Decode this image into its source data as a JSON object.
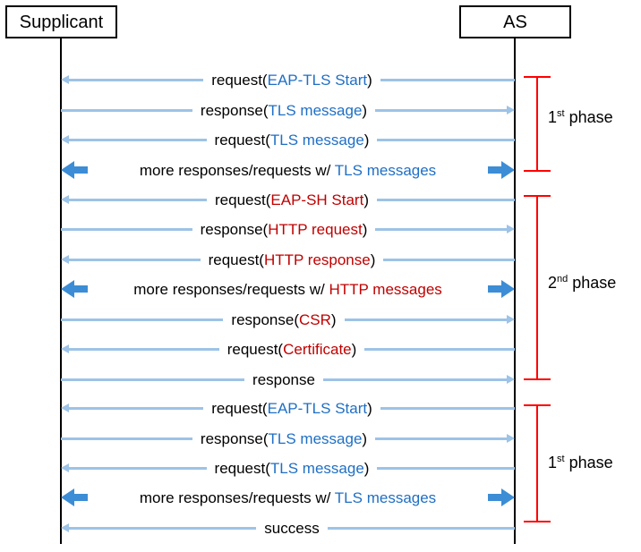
{
  "diagram": {
    "title": "EAP-TLS / EAP-SH sequence diagram",
    "colors": {
      "arrow_blue": "#9DC3E6",
      "block_arrow_blue": "#3C8DD5",
      "text_blue": "#1F6FC4",
      "text_red": "#C00000",
      "bracket_red": "#FF0000",
      "lifeline_black": "#000000"
    }
  },
  "actors": {
    "left": {
      "label": "Supplicant"
    },
    "right": {
      "label": "AS"
    }
  },
  "messages": [
    {
      "id": "m1",
      "direction": "right-to-left",
      "style": "thin",
      "parts": [
        {
          "text": "request(",
          "color": "black"
        },
        {
          "text": "EAP-TLS Start",
          "color": "blue"
        },
        {
          "text": ")",
          "color": "black"
        }
      ],
      "plain": "request(EAP-TLS Start)"
    },
    {
      "id": "m2",
      "direction": "left-to-right",
      "style": "thin",
      "parts": [
        {
          "text": "response(",
          "color": "black"
        },
        {
          "text": "TLS message",
          "color": "blue"
        },
        {
          "text": ")",
          "color": "black"
        }
      ],
      "plain": "response(TLS message)"
    },
    {
      "id": "m3",
      "direction": "right-to-left",
      "style": "thin",
      "parts": [
        {
          "text": "request(",
          "color": "black"
        },
        {
          "text": "TLS message",
          "color": "blue"
        },
        {
          "text": ")",
          "color": "black"
        }
      ],
      "plain": "request(TLS message)"
    },
    {
      "id": "m4",
      "direction": "bidirectional",
      "style": "block",
      "parts": [
        {
          "text": "more responses/requests w/ ",
          "color": "black"
        },
        {
          "text": "TLS messages",
          "color": "blue"
        }
      ],
      "plain": "more responses/requests w/ TLS messages"
    },
    {
      "id": "m5",
      "direction": "right-to-left",
      "style": "thin",
      "parts": [
        {
          "text": "request(",
          "color": "black"
        },
        {
          "text": "EAP-SH Start",
          "color": "red"
        },
        {
          "text": ")",
          "color": "black"
        }
      ],
      "plain": "request(EAP-SH Start)"
    },
    {
      "id": "m6",
      "direction": "left-to-right",
      "style": "thin",
      "parts": [
        {
          "text": "response(",
          "color": "black"
        },
        {
          "text": "HTTP request",
          "color": "red"
        },
        {
          "text": ")",
          "color": "black"
        }
      ],
      "plain": "response(HTTP request)"
    },
    {
      "id": "m7",
      "direction": "right-to-left",
      "style": "thin",
      "parts": [
        {
          "text": "request(",
          "color": "black"
        },
        {
          "text": "HTTP response",
          "color": "red"
        },
        {
          "text": ")",
          "color": "black"
        }
      ],
      "plain": "request(HTTP response)"
    },
    {
      "id": "m8",
      "direction": "bidirectional",
      "style": "block",
      "parts": [
        {
          "text": "more responses/requests w/ ",
          "color": "black"
        },
        {
          "text": "HTTP messages",
          "color": "red"
        }
      ],
      "plain": "more responses/requests w/ HTTP messages"
    },
    {
      "id": "m9",
      "direction": "left-to-right",
      "style": "thin",
      "parts": [
        {
          "text": "response(",
          "color": "black"
        },
        {
          "text": "CSR",
          "color": "red"
        },
        {
          "text": ")",
          "color": "black"
        }
      ],
      "plain": "response(CSR)"
    },
    {
      "id": "m10",
      "direction": "right-to-left",
      "style": "thin",
      "parts": [
        {
          "text": "request(",
          "color": "black"
        },
        {
          "text": "Certificate",
          "color": "red"
        },
        {
          "text": ")",
          "color": "black"
        }
      ],
      "plain": "request(Certificate)"
    },
    {
      "id": "m11",
      "direction": "left-to-right",
      "style": "thin",
      "parts": [
        {
          "text": "response",
          "color": "black"
        }
      ],
      "plain": "response"
    },
    {
      "id": "m12",
      "direction": "right-to-left",
      "style": "thin",
      "parts": [
        {
          "text": "request(",
          "color": "black"
        },
        {
          "text": "EAP-TLS Start",
          "color": "blue"
        },
        {
          "text": ")",
          "color": "black"
        }
      ],
      "plain": "request(EAP-TLS Start)"
    },
    {
      "id": "m13",
      "direction": "left-to-right",
      "style": "thin",
      "parts": [
        {
          "text": "response(",
          "color": "black"
        },
        {
          "text": "TLS message",
          "color": "blue"
        },
        {
          "text": ")",
          "color": "black"
        }
      ],
      "plain": "response(TLS message)"
    },
    {
      "id": "m14",
      "direction": "right-to-left",
      "style": "thin",
      "parts": [
        {
          "text": "request(",
          "color": "black"
        },
        {
          "text": "TLS message",
          "color": "blue"
        },
        {
          "text": ")",
          "color": "black"
        }
      ],
      "plain": "request(TLS message)"
    },
    {
      "id": "m15",
      "direction": "bidirectional",
      "style": "block",
      "parts": [
        {
          "text": "more responses/requests w/ ",
          "color": "black"
        },
        {
          "text": "TLS messages",
          "color": "blue"
        }
      ],
      "plain": "more responses/requests w/ TLS messages"
    },
    {
      "id": "m16",
      "direction": "right-to-left",
      "style": "thin",
      "parts": [
        {
          "text": "success",
          "color": "black"
        }
      ],
      "plain": "success"
    }
  ],
  "phases": [
    {
      "id": "p1",
      "number": "1",
      "ordinal": "st",
      "word": "phase",
      "label": "1st phase",
      "covers": [
        "m1",
        "m2",
        "m3",
        "m4"
      ]
    },
    {
      "id": "p2",
      "number": "2",
      "ordinal": "nd",
      "word": "phase",
      "label": "2nd phase",
      "covers": [
        "m5",
        "m6",
        "m7",
        "m8",
        "m9",
        "m10",
        "m11"
      ]
    },
    {
      "id": "p3",
      "number": "1",
      "ordinal": "st",
      "word": "phase",
      "label": "1st phase",
      "covers": [
        "m12",
        "m13",
        "m14",
        "m15",
        "m16"
      ]
    }
  ]
}
